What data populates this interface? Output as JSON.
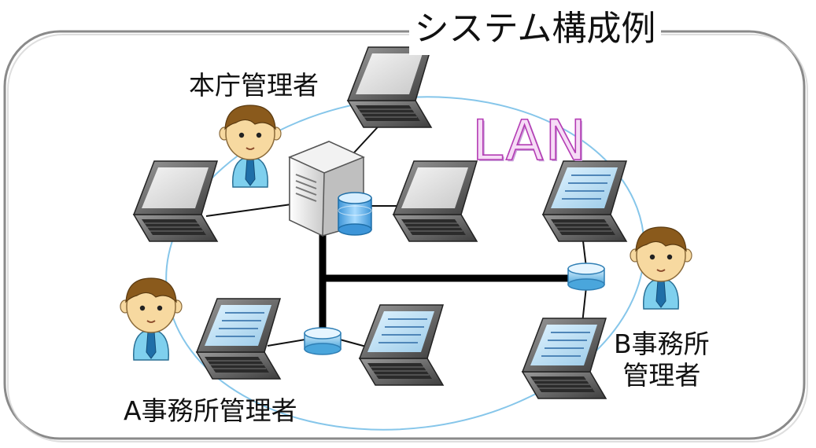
{
  "title": "システム構成例",
  "lan_label": "LAN",
  "labels": {
    "hq_admin": "本庁管理者",
    "a_office_admin": "A事務所管理者",
    "b_office_admin_line1": "B事務所",
    "b_office_admin_line2": "管理者"
  },
  "colors": {
    "frame": "#8a8a8a",
    "lan_ellipse": "#86c6ea",
    "lan_text_fill": "#f6dcf6",
    "lan_text_stroke": "#b43cb4",
    "backbone": "#000000",
    "hub": "#7ec3ea",
    "skin": "#f7d9a0",
    "hair": "#8a5a1c",
    "shirt": "#7fd0ee"
  },
  "icons": [
    "laptop-icon",
    "server-icon",
    "database-icon",
    "hub-icon",
    "person-icon"
  ]
}
